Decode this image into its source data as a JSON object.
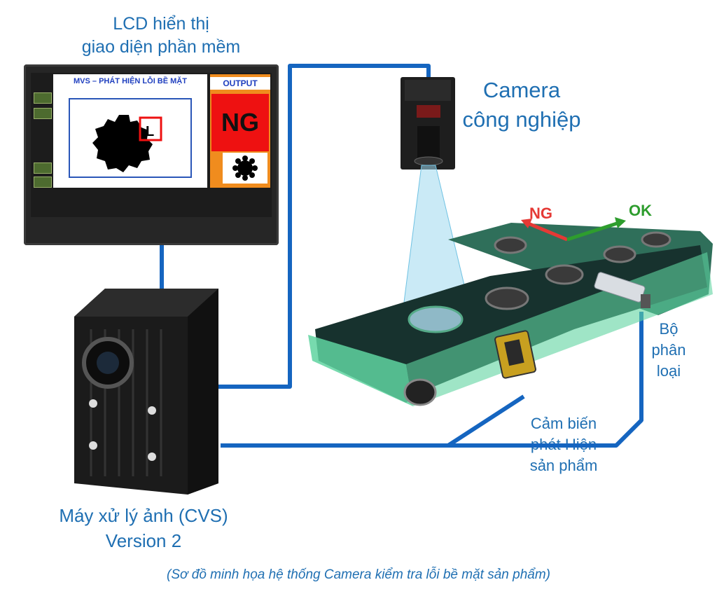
{
  "labels": {
    "lcd": [
      "LCD hiển thị",
      "giao diện phần mềm"
    ],
    "camera": [
      "Camera",
      "công nghiệp"
    ],
    "cvs": [
      "Máy xử lý ảnh (CVS)",
      "Version 2"
    ],
    "sensor": [
      "Cảm biến",
      "phát Hiện",
      "sản phẩm"
    ],
    "sorter": [
      "Bộ",
      "phân",
      "loại"
    ],
    "caption": "(Sơ đồ minh họa hệ thống Camera kiểm tra lỗi bề mặt sản phẩm)"
  },
  "screen": {
    "mvs_title": "MVS – PHÁT HIỆN LỖI BỀ MẶT",
    "defect_mark": "L",
    "output_title": "OUTPUT",
    "result": "NG"
  },
  "conveyor": {
    "ng_label": "NG",
    "ok_label": "OK"
  },
  "colors": {
    "wire": "#1565c0",
    "label": "#1f6fb2",
    "ng_arrow": "#e53935",
    "ok_arrow": "#2e9d2e",
    "ng_box": "#ee1111",
    "output_panel": "#f08c1e",
    "conveyor_frame": "#5fd3a0"
  }
}
